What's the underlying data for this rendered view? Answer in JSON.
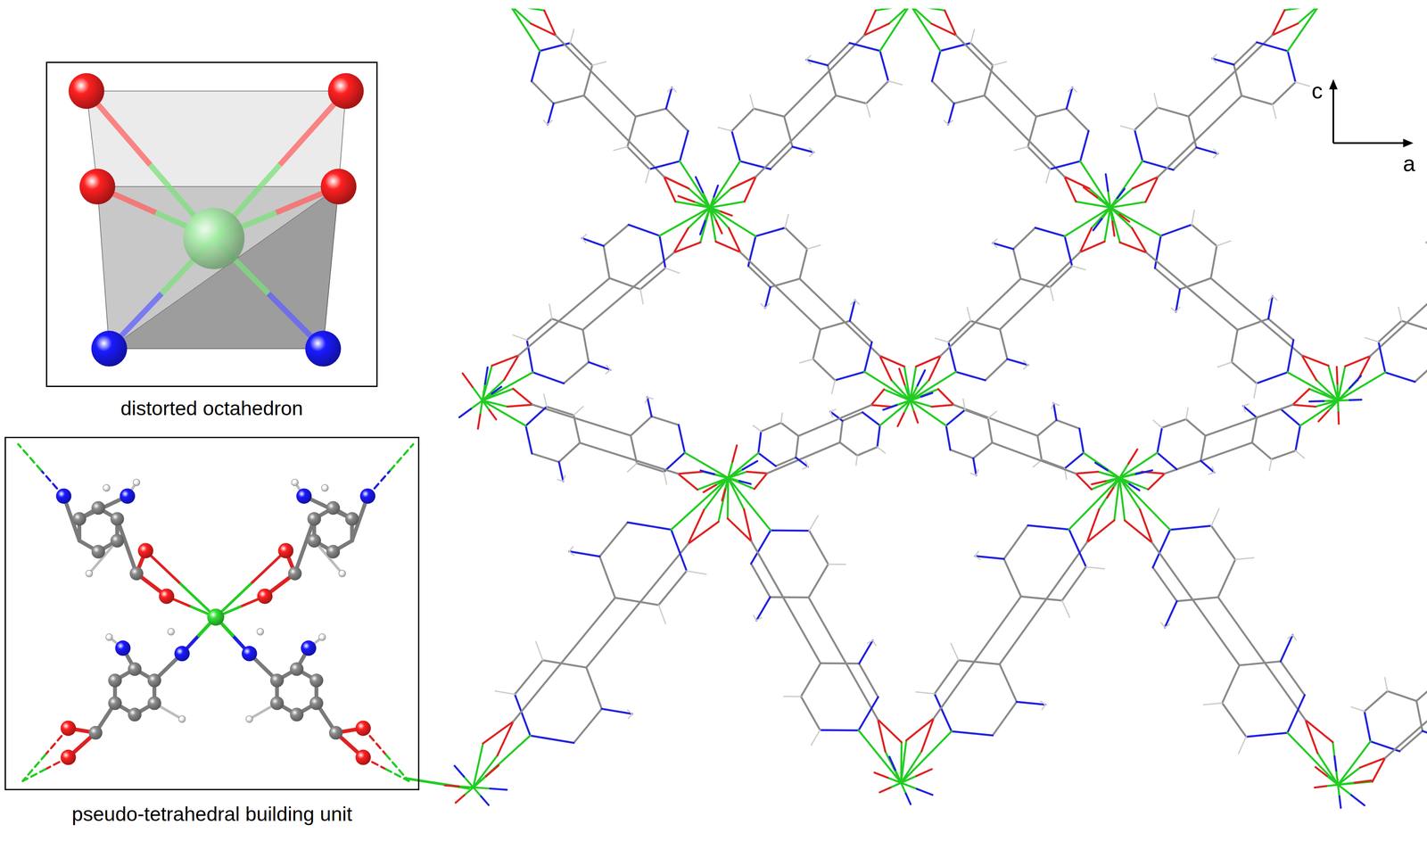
{
  "diagram": {
    "nodes": [
      {
        "text": [
          "distorted octahedron"
        ]
      },
      {
        "text": [
          "pseudo-tetrahedral building unit"
        ]
      }
    ],
    "labels": [
      "c",
      "a"
    ]
  }
}
